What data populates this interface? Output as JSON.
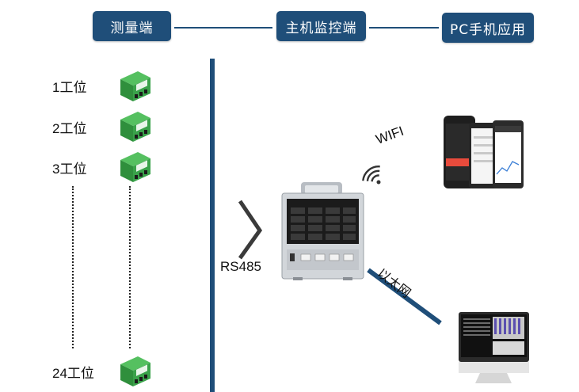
{
  "header": {
    "measure": "测量端",
    "host": "主机监控端",
    "pc": "PC手机应用"
  },
  "stations": {
    "s1": "1工位",
    "s2": "2工位",
    "s3": "3工位",
    "s24": "24工位"
  },
  "links": {
    "rs485": "RS485",
    "wifi": "WIFI",
    "ethernet": "以太网"
  },
  "colors": {
    "primary": "#1f4e79",
    "module_green": "#3aa24a",
    "device_gray": "#c9cdd2"
  }
}
